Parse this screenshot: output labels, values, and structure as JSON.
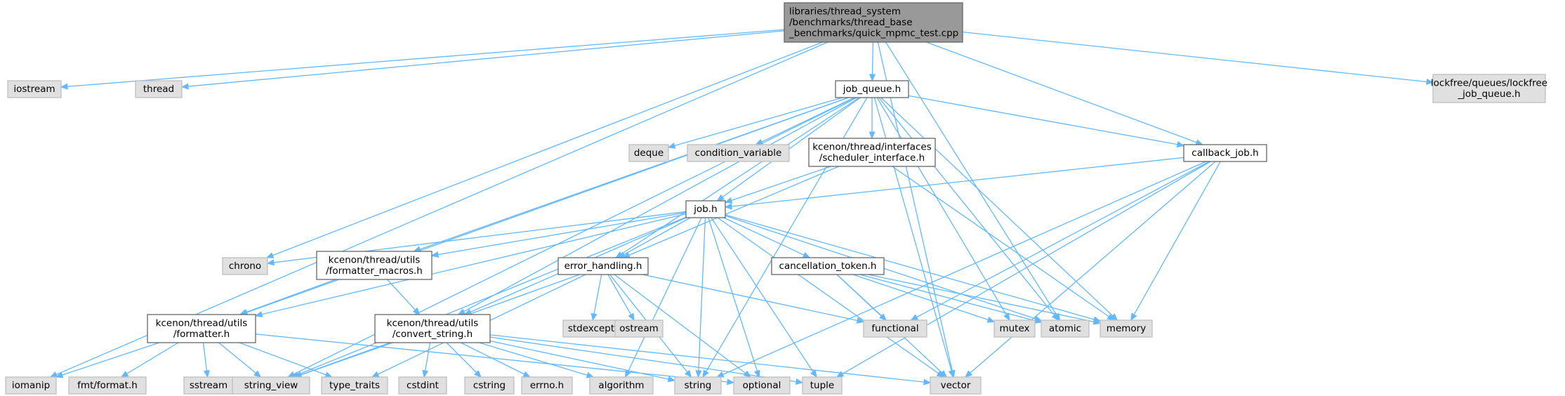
{
  "diagram": {
    "colors": {
      "root_fill": "#999999",
      "root_border": "#666666",
      "file_fill": "#ffffff",
      "file_border": "#666666",
      "system_fill": "#e0e0e0",
      "system_border": "#bfbfbf",
      "edge": "#63b8ff"
    },
    "nodes": [
      {
        "id": "root",
        "kind": "root",
        "lines": [
          "libraries/thread_system",
          "/benchmarks/thread_base",
          "_benchmarks/quick_mpmc_test.cpp"
        ]
      },
      {
        "id": "iostream",
        "kind": "system",
        "lines": [
          "iostream"
        ]
      },
      {
        "id": "thread",
        "kind": "system",
        "lines": [
          "thread"
        ]
      },
      {
        "id": "job_queue_h",
        "kind": "file",
        "lines": [
          "job_queue.h"
        ]
      },
      {
        "id": "lockfree_job_queue_h",
        "kind": "system",
        "lines": [
          "lockfree/queues/lockfree",
          "_job_queue.h"
        ]
      },
      {
        "id": "deque",
        "kind": "system",
        "lines": [
          "deque"
        ]
      },
      {
        "id": "condition_variable",
        "kind": "system",
        "lines": [
          "condition_variable"
        ]
      },
      {
        "id": "scheduler_interface_h",
        "kind": "file",
        "lines": [
          "kcenon/thread/interfaces",
          "/scheduler_interface.h"
        ]
      },
      {
        "id": "callback_job_h",
        "kind": "file",
        "lines": [
          "callback_job.h"
        ]
      },
      {
        "id": "job_h",
        "kind": "file",
        "lines": [
          "job.h"
        ]
      },
      {
        "id": "chrono",
        "kind": "system",
        "lines": [
          "chrono"
        ]
      },
      {
        "id": "formatter_macros_h",
        "kind": "file",
        "lines": [
          "kcenon/thread/utils",
          "/formatter_macros.h"
        ]
      },
      {
        "id": "error_handling_h",
        "kind": "file",
        "lines": [
          "error_handling.h"
        ]
      },
      {
        "id": "cancellation_token_h",
        "kind": "file",
        "lines": [
          "cancellation_token.h"
        ]
      },
      {
        "id": "formatter_h",
        "kind": "file",
        "lines": [
          "kcenon/thread/utils",
          "/formatter.h"
        ]
      },
      {
        "id": "convert_string_h",
        "kind": "file",
        "lines": [
          "kcenon/thread/utils",
          "/convert_string.h"
        ]
      },
      {
        "id": "stdexcept",
        "kind": "system",
        "lines": [
          "stdexcept"
        ]
      },
      {
        "id": "ostream",
        "kind": "system",
        "lines": [
          "ostream"
        ]
      },
      {
        "id": "functional",
        "kind": "system",
        "lines": [
          "functional"
        ]
      },
      {
        "id": "mutex",
        "kind": "system",
        "lines": [
          "mutex"
        ]
      },
      {
        "id": "atomic",
        "kind": "system",
        "lines": [
          "atomic"
        ]
      },
      {
        "id": "memory",
        "kind": "system",
        "lines": [
          "memory"
        ]
      },
      {
        "id": "iomanip",
        "kind": "system",
        "lines": [
          "iomanip"
        ]
      },
      {
        "id": "fmt_format_h",
        "kind": "system",
        "lines": [
          "fmt/format.h"
        ]
      },
      {
        "id": "sstream",
        "kind": "system",
        "lines": [
          "sstream"
        ]
      },
      {
        "id": "string_view",
        "kind": "system",
        "lines": [
          "string_view"
        ]
      },
      {
        "id": "type_traits",
        "kind": "system",
        "lines": [
          "type_traits"
        ]
      },
      {
        "id": "cstdint",
        "kind": "system",
        "lines": [
          "cstdint"
        ]
      },
      {
        "id": "cstring",
        "kind": "system",
        "lines": [
          "cstring"
        ]
      },
      {
        "id": "errno_h",
        "kind": "system",
        "lines": [
          "errno.h"
        ]
      },
      {
        "id": "algorithm",
        "kind": "system",
        "lines": [
          "algorithm"
        ]
      },
      {
        "id": "string",
        "kind": "system",
        "lines": [
          "string"
        ]
      },
      {
        "id": "optional",
        "kind": "system",
        "lines": [
          "optional"
        ]
      },
      {
        "id": "tuple",
        "kind": "system",
        "lines": [
          "tuple"
        ]
      },
      {
        "id": "vector",
        "kind": "system",
        "lines": [
          "vector"
        ]
      }
    ],
    "edges": [
      [
        "root",
        "iostream"
      ],
      [
        "root",
        "thread"
      ],
      [
        "root",
        "job_queue_h"
      ],
      [
        "root",
        "lockfree_job_queue_h"
      ],
      [
        "root",
        "callback_job_h"
      ],
      [
        "root",
        "chrono"
      ],
      [
        "root",
        "atomic"
      ],
      [
        "root",
        "iomanip"
      ],
      [
        "root",
        "vector"
      ],
      [
        "job_queue_h",
        "deque"
      ],
      [
        "job_queue_h",
        "condition_variable"
      ],
      [
        "job_queue_h",
        "scheduler_interface_h"
      ],
      [
        "job_queue_h",
        "callback_job_h"
      ],
      [
        "job_queue_h",
        "job_h"
      ],
      [
        "job_queue_h",
        "formatter_macros_h"
      ],
      [
        "job_queue_h",
        "error_handling_h"
      ],
      [
        "job_queue_h",
        "formatter_h"
      ],
      [
        "job_queue_h",
        "convert_string_h"
      ],
      [
        "job_queue_h",
        "mutex"
      ],
      [
        "job_queue_h",
        "atomic"
      ],
      [
        "job_queue_h",
        "memory"
      ],
      [
        "job_queue_h",
        "string_view"
      ],
      [
        "job_queue_h",
        "string"
      ],
      [
        "job_queue_h",
        "vector"
      ],
      [
        "scheduler_interface_h",
        "job_h"
      ],
      [
        "scheduler_interface_h",
        "error_handling_h"
      ],
      [
        "scheduler_interface_h",
        "memory"
      ],
      [
        "callback_job_h",
        "job_h"
      ],
      [
        "callback_job_h",
        "functional"
      ],
      [
        "callback_job_h",
        "memory"
      ],
      [
        "callback_job_h",
        "string"
      ],
      [
        "callback_job_h",
        "tuple"
      ],
      [
        "callback_job_h",
        "vector"
      ],
      [
        "job_h",
        "chrono"
      ],
      [
        "job_h",
        "formatter_macros_h"
      ],
      [
        "job_h",
        "error_handling_h"
      ],
      [
        "job_h",
        "cancellation_token_h"
      ],
      [
        "job_h",
        "formatter_h"
      ],
      [
        "job_h",
        "convert_string_h"
      ],
      [
        "job_h",
        "atomic"
      ],
      [
        "job_h",
        "memory"
      ],
      [
        "job_h",
        "string_view"
      ],
      [
        "job_h",
        "algorithm"
      ],
      [
        "job_h",
        "string"
      ],
      [
        "job_h",
        "optional"
      ],
      [
        "job_h",
        "tuple"
      ],
      [
        "job_h",
        "vector"
      ],
      [
        "formatter_macros_h",
        "formatter_h"
      ],
      [
        "formatter_macros_h",
        "convert_string_h"
      ],
      [
        "error_handling_h",
        "stdexcept"
      ],
      [
        "error_handling_h",
        "ostream"
      ],
      [
        "error_handling_h",
        "functional"
      ],
      [
        "error_handling_h",
        "string_view"
      ],
      [
        "error_handling_h",
        "type_traits"
      ],
      [
        "error_handling_h",
        "string"
      ],
      [
        "error_handling_h",
        "optional"
      ],
      [
        "cancellation_token_h",
        "functional"
      ],
      [
        "cancellation_token_h",
        "mutex"
      ],
      [
        "cancellation_token_h",
        "atomic"
      ],
      [
        "cancellation_token_h",
        "memory"
      ],
      [
        "cancellation_token_h",
        "vector"
      ],
      [
        "formatter_h",
        "iomanip"
      ],
      [
        "formatter_h",
        "fmt_format_h"
      ],
      [
        "formatter_h",
        "sstream"
      ],
      [
        "formatter_h",
        "string_view"
      ],
      [
        "formatter_h",
        "type_traits"
      ],
      [
        "formatter_h",
        "optional"
      ],
      [
        "convert_string_h",
        "string_view"
      ],
      [
        "convert_string_h",
        "cstdint"
      ],
      [
        "convert_string_h",
        "cstring"
      ],
      [
        "convert_string_h",
        "errno_h"
      ],
      [
        "convert_string_h",
        "algorithm"
      ],
      [
        "convert_string_h",
        "string"
      ],
      [
        "convert_string_h",
        "tuple"
      ],
      [
        "convert_string_h",
        "vector"
      ]
    ]
  }
}
